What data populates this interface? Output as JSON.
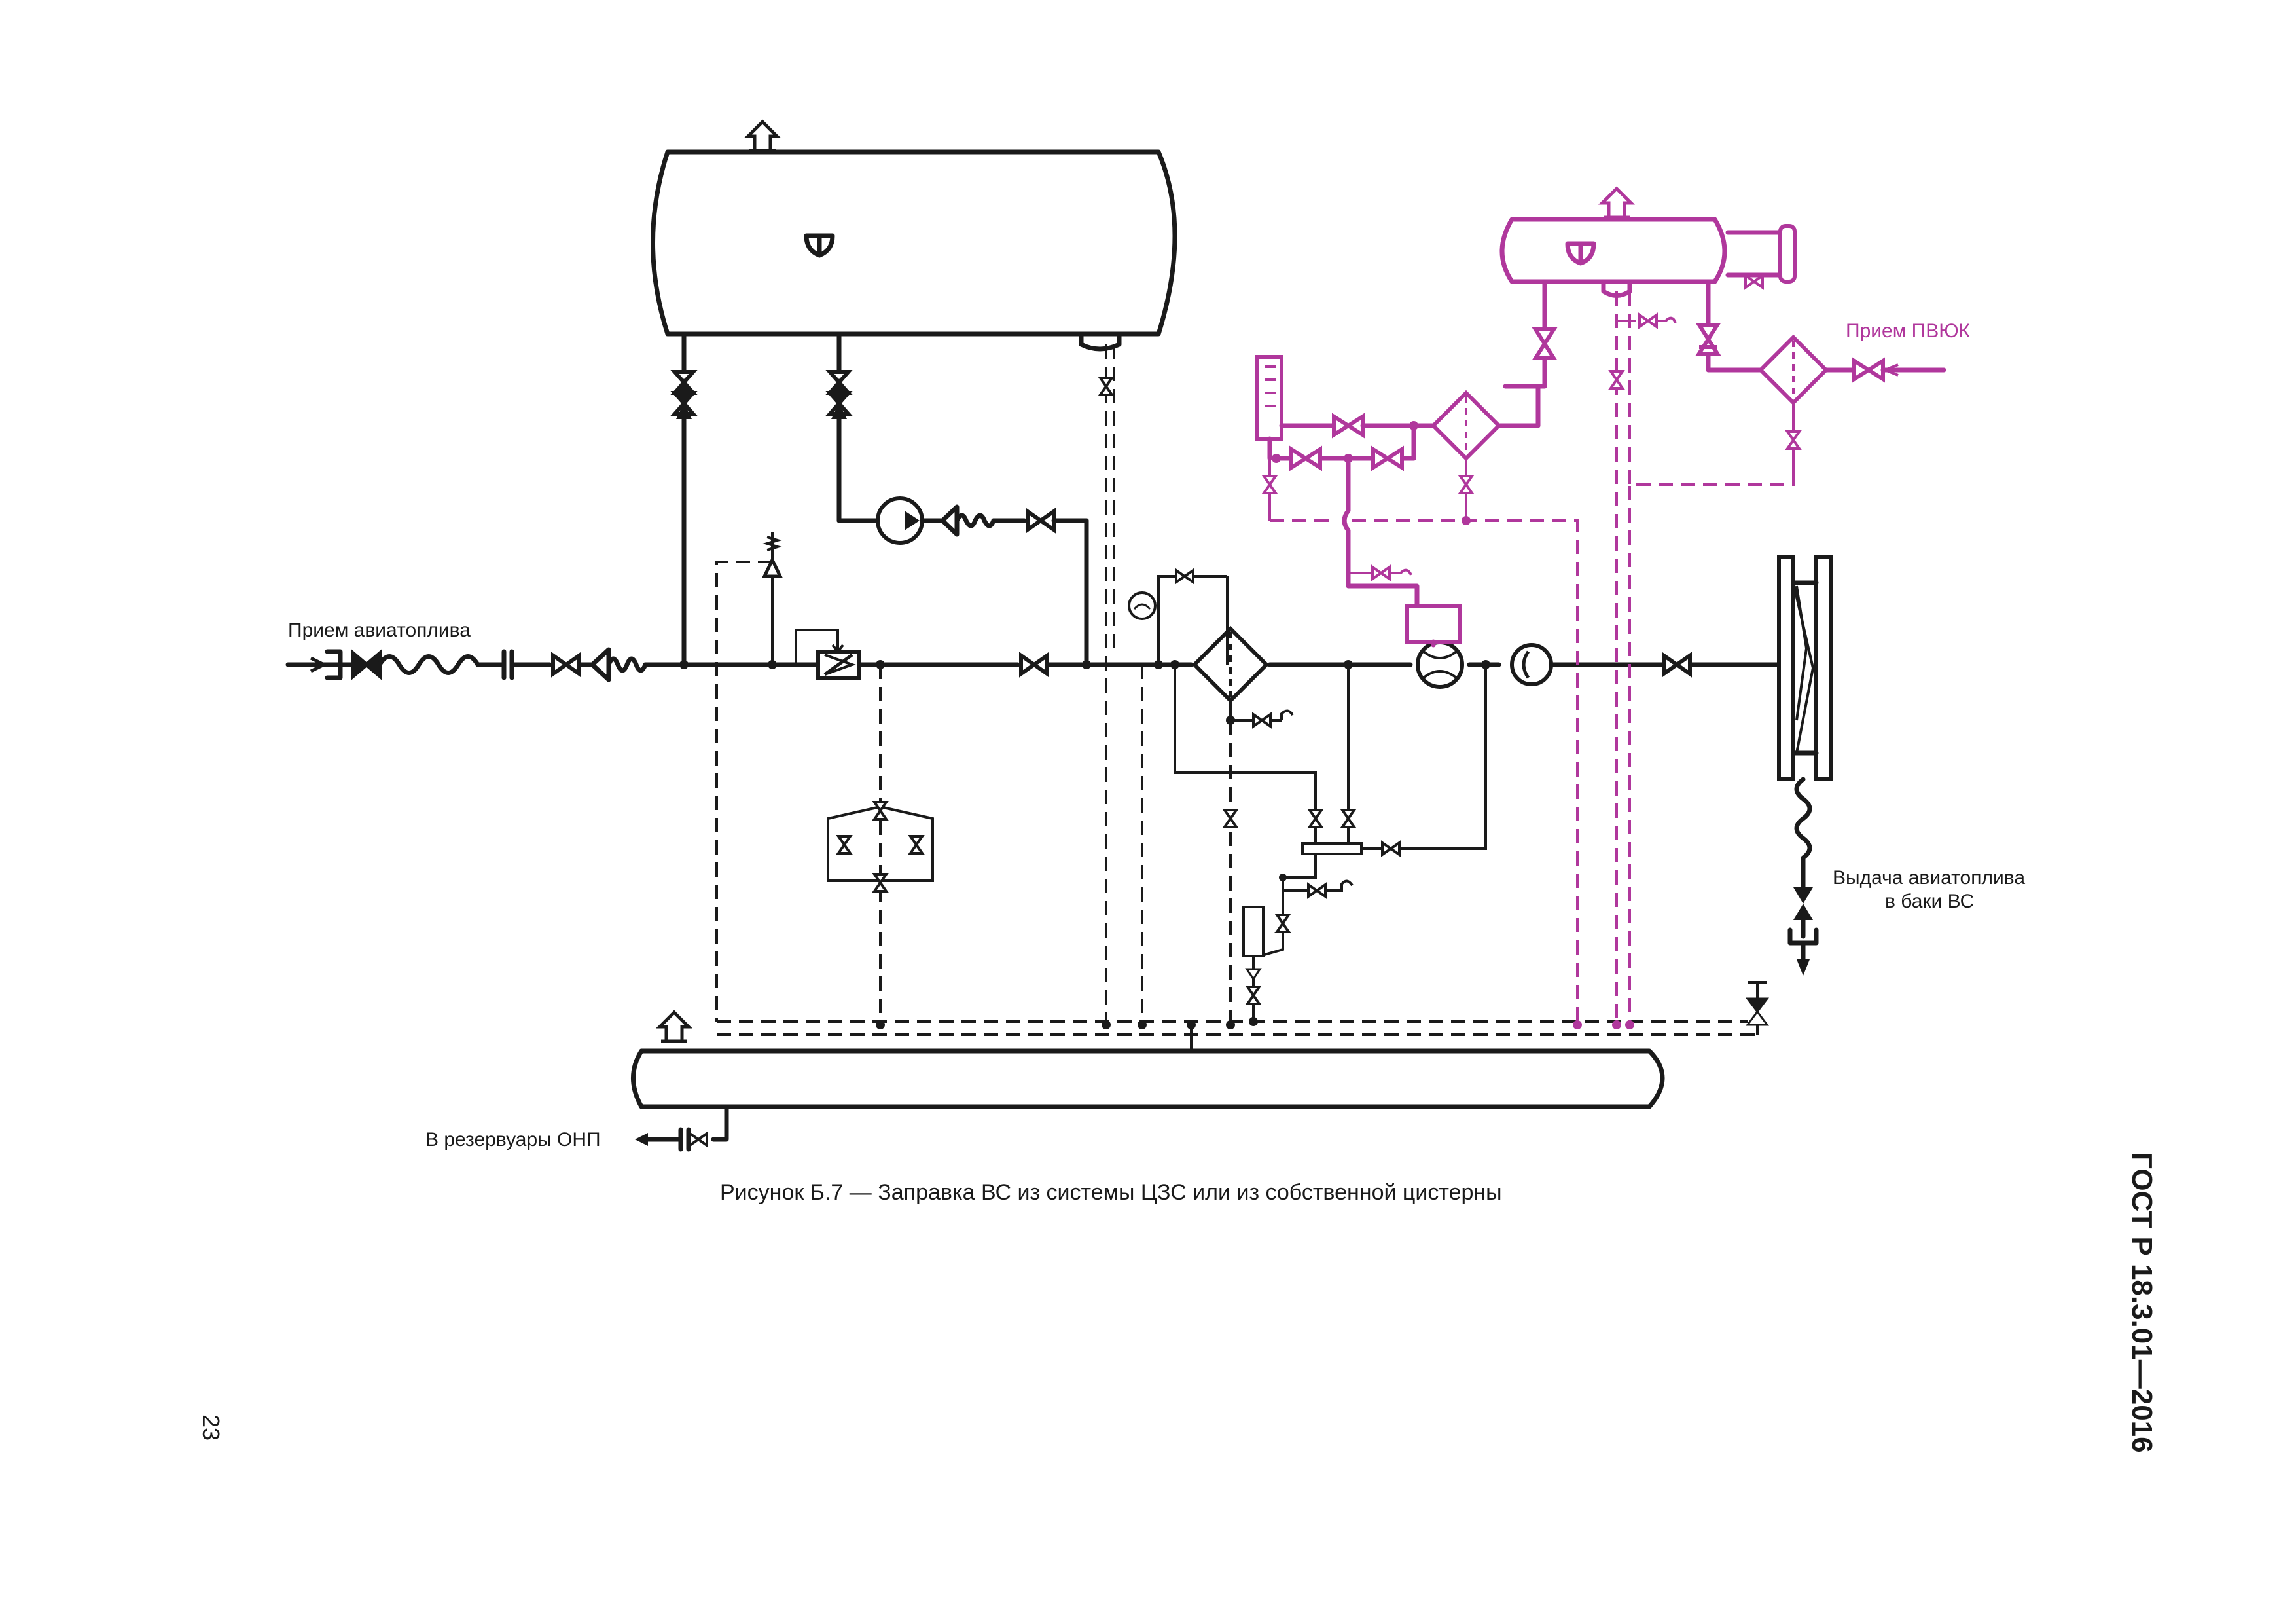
{
  "document": {
    "standard": "ГОСТ Р 18.3.01—2016",
    "page_number": "23",
    "figure_caption": "Рисунок Б.7 — Заправка ВС из системы ЦЗС или из собственной цистерны"
  },
  "labels": {
    "fuel_intake": "Прием авиатоплива",
    "pvvk_intake": "Прием ПВЮК",
    "fuel_output_line1": "Выдача авиатоплива",
    "fuel_output_line2": "в баки ВС",
    "to_tanks": "В резервуары ОНП"
  },
  "colors": {
    "main_line": "#1a1a1a",
    "additive_line": "#b0379c"
  }
}
